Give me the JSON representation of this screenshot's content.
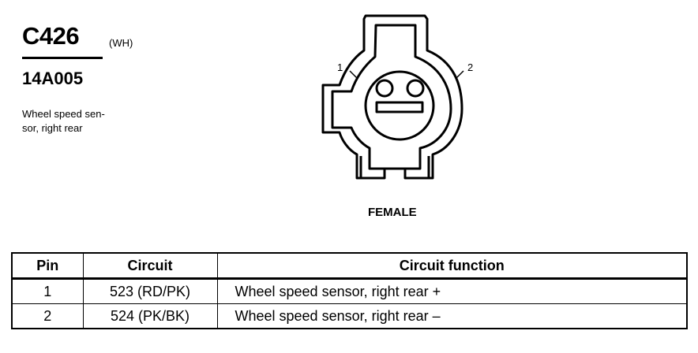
{
  "connector": {
    "id": "C426",
    "color": "(WH)",
    "part_number": "14A005",
    "description_lines": [
      "Wheel speed sen-",
      "sor, right rear"
    ]
  },
  "diagram": {
    "pin_labels": [
      "1",
      "2"
    ],
    "gender": "FEMALE"
  },
  "table": {
    "headers": [
      "Pin",
      "Circuit",
      "Circuit function"
    ],
    "rows": [
      {
        "pin": "1",
        "circuit": "523 (RD/PK)",
        "function": "Wheel speed sensor, right rear +"
      },
      {
        "pin": "2",
        "circuit": "524 (PK/BK)",
        "function": "Wheel speed sensor, right rear –"
      }
    ]
  }
}
